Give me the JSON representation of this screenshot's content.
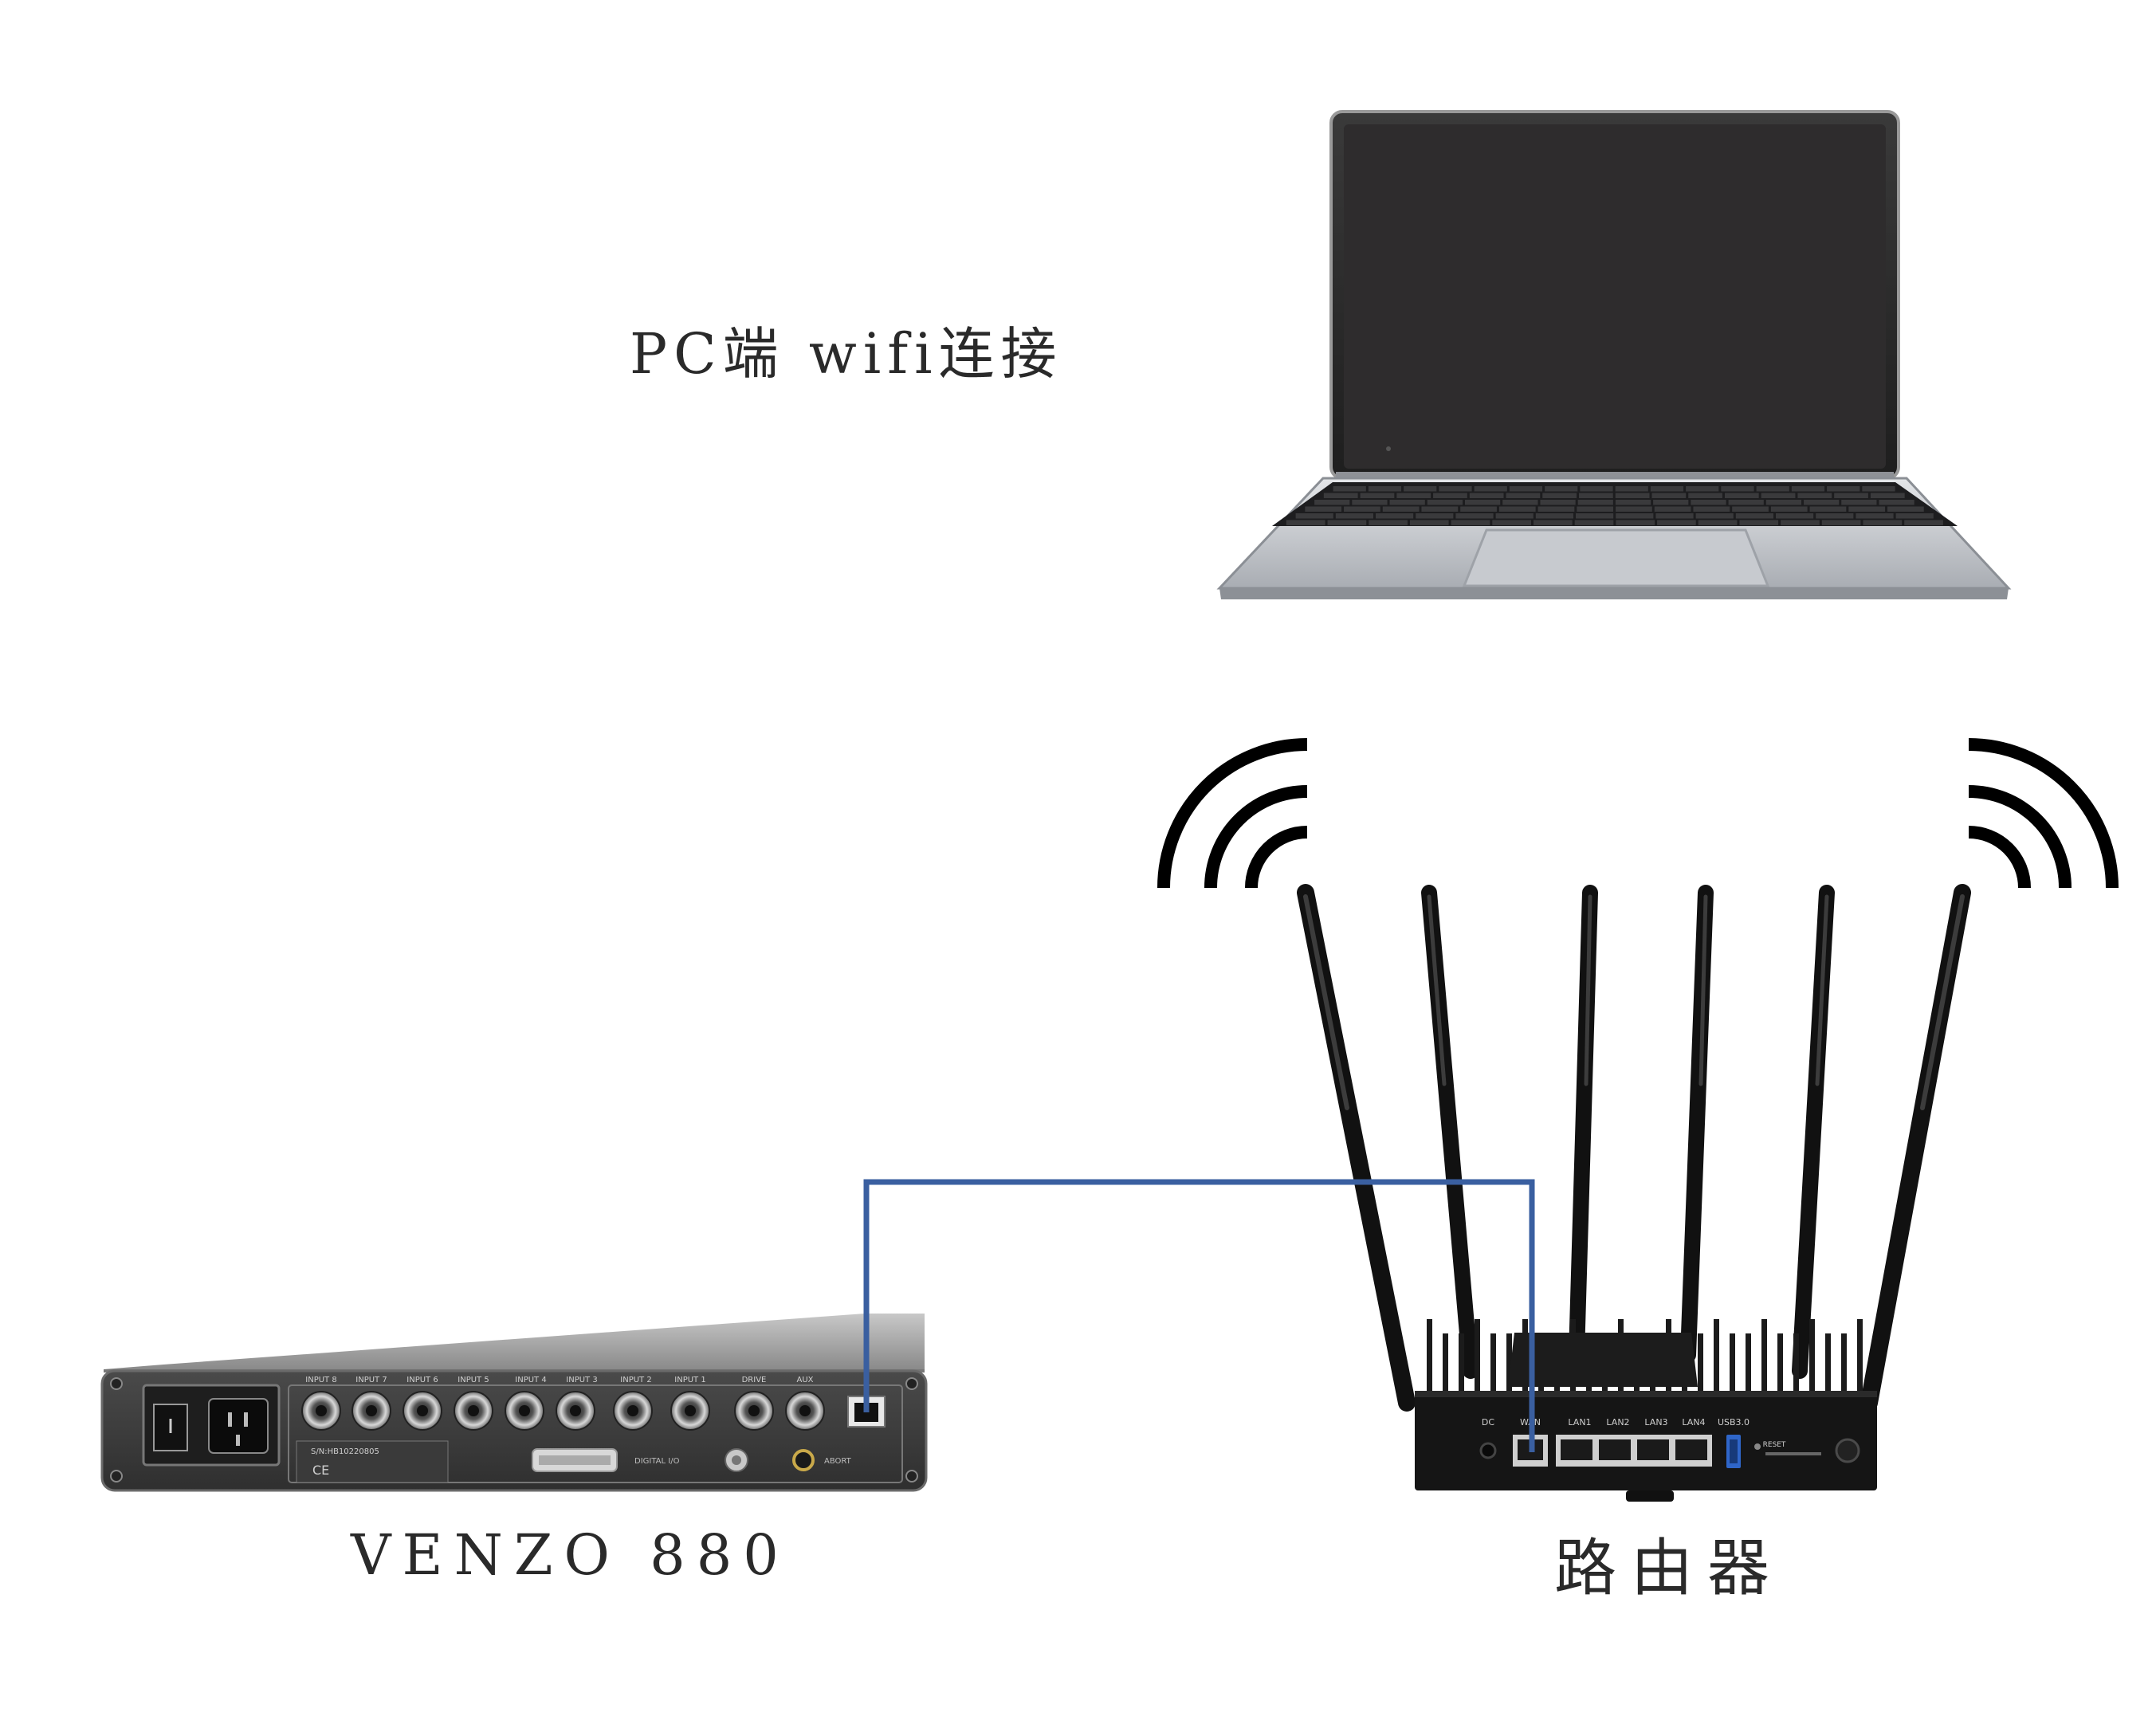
{
  "labels": {
    "pc": "PC端 wifi连接",
    "venzo": "VENZO 880",
    "router": "路由器"
  },
  "venzo_panel": {
    "inputs": [
      "INPUT 8",
      "INPUT 7",
      "INPUT 6",
      "INPUT 5",
      "INPUT 4",
      "INPUT 3",
      "INPUT 2",
      "INPUT 1"
    ],
    "drive": "DRIVE",
    "aux": "AUX",
    "serial": "S/N:HB10220805",
    "digital_io": "DIGITAL I/O",
    "abort": "ABORT",
    "ce": "CE"
  },
  "router_panel": {
    "ports": [
      "DC",
      "WAN",
      "LAN1",
      "LAN2",
      "LAN3",
      "LAN4",
      "USB3.0"
    ],
    "reset": "RESET"
  },
  "colors": {
    "cable": "#3a5fa0",
    "device_dark": "#222222",
    "router_body": "#151515",
    "laptop_silver": "#c9ccd0",
    "screen": "#2e2c2d"
  }
}
